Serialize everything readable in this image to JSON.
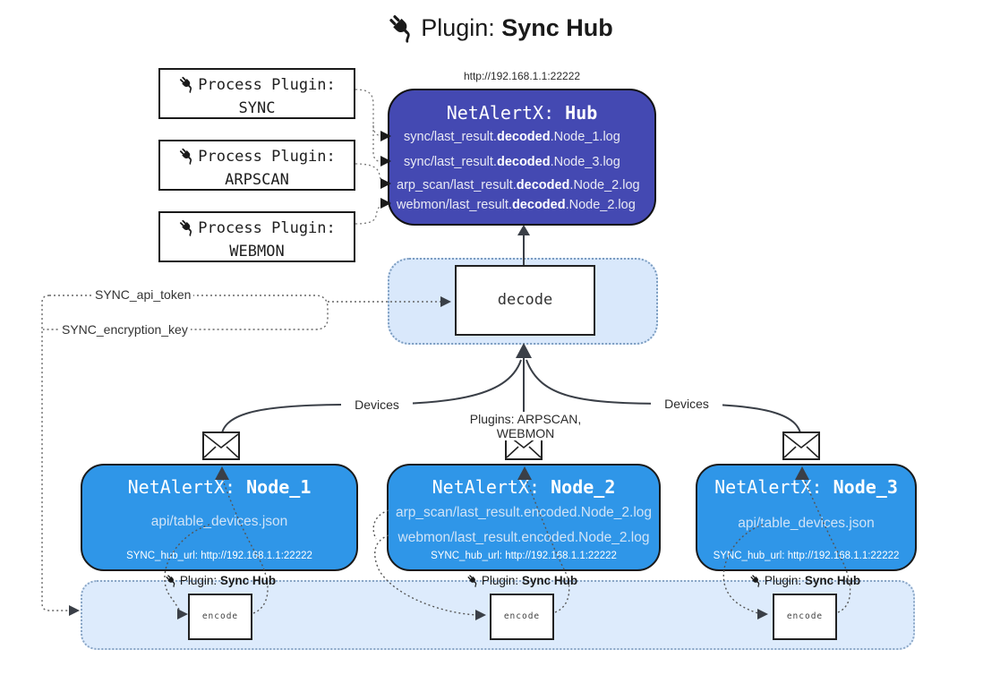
{
  "title": {
    "icon": "plug-icon",
    "prefix": "Plugin:",
    "name": "Sync Hub"
  },
  "hub": {
    "url": "http://192.168.1.1:22222",
    "name_prefix": "NetAlertX:",
    "name": "Hub",
    "log_lines": [
      {
        "pre": "sync/last_result.",
        "mid": "decoded",
        "post": ".Node_1.log"
      },
      {
        "pre": "sync/last_result.",
        "mid": "decoded",
        "post": ".Node_3.log"
      },
      {
        "pre": "arp_scan/last_result.",
        "mid": "decoded",
        "post": ".Node_2.log"
      },
      {
        "pre": "webmon/last_result.",
        "mid": "decoded",
        "post": ".Node_2.log"
      }
    ]
  },
  "process_plugins": [
    {
      "label": "Process Plugin:",
      "name": "SYNC"
    },
    {
      "label": "Process Plugin:",
      "name": "ARPSCAN"
    },
    {
      "label": "Process Plugin:",
      "name": "WEBMON"
    }
  ],
  "secrets": {
    "api_token": "SYNC_api_token",
    "encryption_key": "SYNC_encryption_key"
  },
  "decode": {
    "label": "decode"
  },
  "edges": {
    "devices_left": "Devices",
    "plugins_middle": "Plugins: ARPSCAN, WEBMON",
    "devices_right": "Devices"
  },
  "nodes": [
    {
      "name_prefix": "NetAlertX:",
      "name": "Node_1",
      "files": [
        "api/table_devices.json"
      ],
      "hub_url": "SYNC_hub_url: http://192.168.1.1:22222"
    },
    {
      "name_prefix": "NetAlertX:",
      "name": "Node_2",
      "files": [
        "arp_scan/last_result.encoded.Node_2.log",
        "webmon/last_result.encoded.Node_2.log"
      ],
      "hub_url": "SYNC_hub_url: http://192.168.1.1:22222"
    },
    {
      "name_prefix": "NetAlertX:",
      "name": "Node_3",
      "files": [
        "api/table_devices.json"
      ],
      "hub_url": "SYNC_hub_url: http://192.168.1.1:22222"
    }
  ],
  "encoders": [
    {
      "label_prefix": "Plugin:",
      "label_name": "Sync Hub",
      "box_label": "encode"
    },
    {
      "label_prefix": "Plugin:",
      "label_name": "Sync Hub",
      "box_label": "encode"
    },
    {
      "label_prefix": "Plugin:",
      "label_name": "Sync Hub",
      "box_label": "encode"
    }
  ],
  "colors": {
    "hub_fill": "#4449b2",
    "node_fill": "#2f96e8",
    "panel_fill": "#d9e8fb",
    "bar_fill": "#ddebfc",
    "outline": "#1a1a1a",
    "wire": "#3a3f47"
  }
}
